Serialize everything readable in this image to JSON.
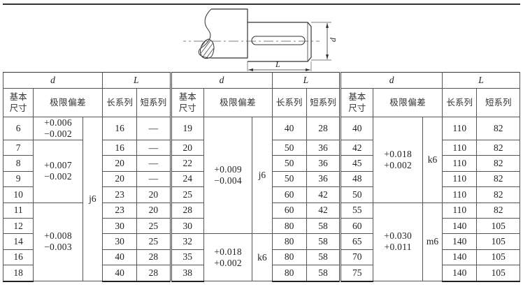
{
  "figure": {
    "label_d": "d",
    "label_L": "L",
    "description": "shaft end with keyway"
  },
  "table": {
    "group_headers": {
      "d": "d",
      "L": "L"
    },
    "subheaders": {
      "basic_size": "基本尺寸",
      "basic_size_line1": "基本",
      "basic_size_line2": "尺寸",
      "limit_deviation": "极限偏差",
      "long_series": "长系列",
      "short_series": "短系列"
    },
    "groups": [
      {
        "rows": [
          {
            "d": "6",
            "long": "16",
            "short": "—"
          },
          {
            "d": "7",
            "long": "16",
            "short": "—"
          },
          {
            "d": "8",
            "long": "20",
            "short": "—"
          },
          {
            "d": "9",
            "long": "20",
            "short": "—"
          },
          {
            "d": "10",
            "long": "23",
            "short": "20"
          },
          {
            "d": "11",
            "long": "23",
            "short": "20"
          },
          {
            "d": "12",
            "long": "30",
            "short": "25"
          },
          {
            "d": "14",
            "long": "30",
            "short": "25"
          },
          {
            "d": "16",
            "long": "40",
            "short": "28"
          },
          {
            "d": "18",
            "long": "40",
            "short": "28"
          }
        ],
        "tolerances": [
          {
            "upper": "+0.006",
            "lower": "−0.002",
            "rows": 1
          },
          {
            "upper": "+0.007",
            "lower": "−0.002",
            "rows": 4
          },
          {
            "upper": "+0.008",
            "lower": "−0.003",
            "rows": 5
          }
        ],
        "fits": [
          {
            "label": "j6",
            "rows": 10
          }
        ]
      },
      {
        "rows": [
          {
            "d": "19",
            "long": "40",
            "short": "28"
          },
          {
            "d": "20",
            "long": "50",
            "short": "36"
          },
          {
            "d": "22",
            "long": "50",
            "short": "36"
          },
          {
            "d": "24",
            "long": "50",
            "short": "36"
          },
          {
            "d": "25",
            "long": "60",
            "short": "42"
          },
          {
            "d": "28",
            "long": "60",
            "short": "42"
          },
          {
            "d": "30",
            "long": "80",
            "short": "58"
          },
          {
            "d": "32",
            "long": "80",
            "short": "58"
          },
          {
            "d": "35",
            "long": "80",
            "short": "58"
          },
          {
            "d": "38",
            "long": "80",
            "short": "58"
          }
        ],
        "tolerances": [
          {
            "upper": "+0.009",
            "lower": "−0.004",
            "rows": 7
          },
          {
            "upper": "+0.018",
            "lower": "+0.002",
            "rows": 3
          }
        ],
        "fits": [
          {
            "label": "j6",
            "rows": 7
          },
          {
            "label": "k6",
            "rows": 3
          }
        ]
      },
      {
        "rows": [
          {
            "d": "40",
            "long": "110",
            "short": "82"
          },
          {
            "d": "42",
            "long": "110",
            "short": "82"
          },
          {
            "d": "45",
            "long": "110",
            "short": "82"
          },
          {
            "d": "48",
            "long": "110",
            "short": "82"
          },
          {
            "d": "50",
            "long": "110",
            "short": "82"
          },
          {
            "d": "55",
            "long": "110",
            "short": "82"
          },
          {
            "d": "60",
            "long": "140",
            "short": "105"
          },
          {
            "d": "65",
            "long": "140",
            "short": "105"
          },
          {
            "d": "70",
            "long": "140",
            "short": "105"
          },
          {
            "d": "75",
            "long": "140",
            "short": "105"
          }
        ],
        "tolerances": [
          {
            "upper": "+0.018",
            "lower": "+0.002",
            "rows": 5
          },
          {
            "upper": "+0.030",
            "lower": "+0.011",
            "rows": 5
          }
        ],
        "fits": [
          {
            "label": "k6",
            "rows": 5
          },
          {
            "label": "m6",
            "rows": 5
          }
        ]
      }
    ]
  }
}
